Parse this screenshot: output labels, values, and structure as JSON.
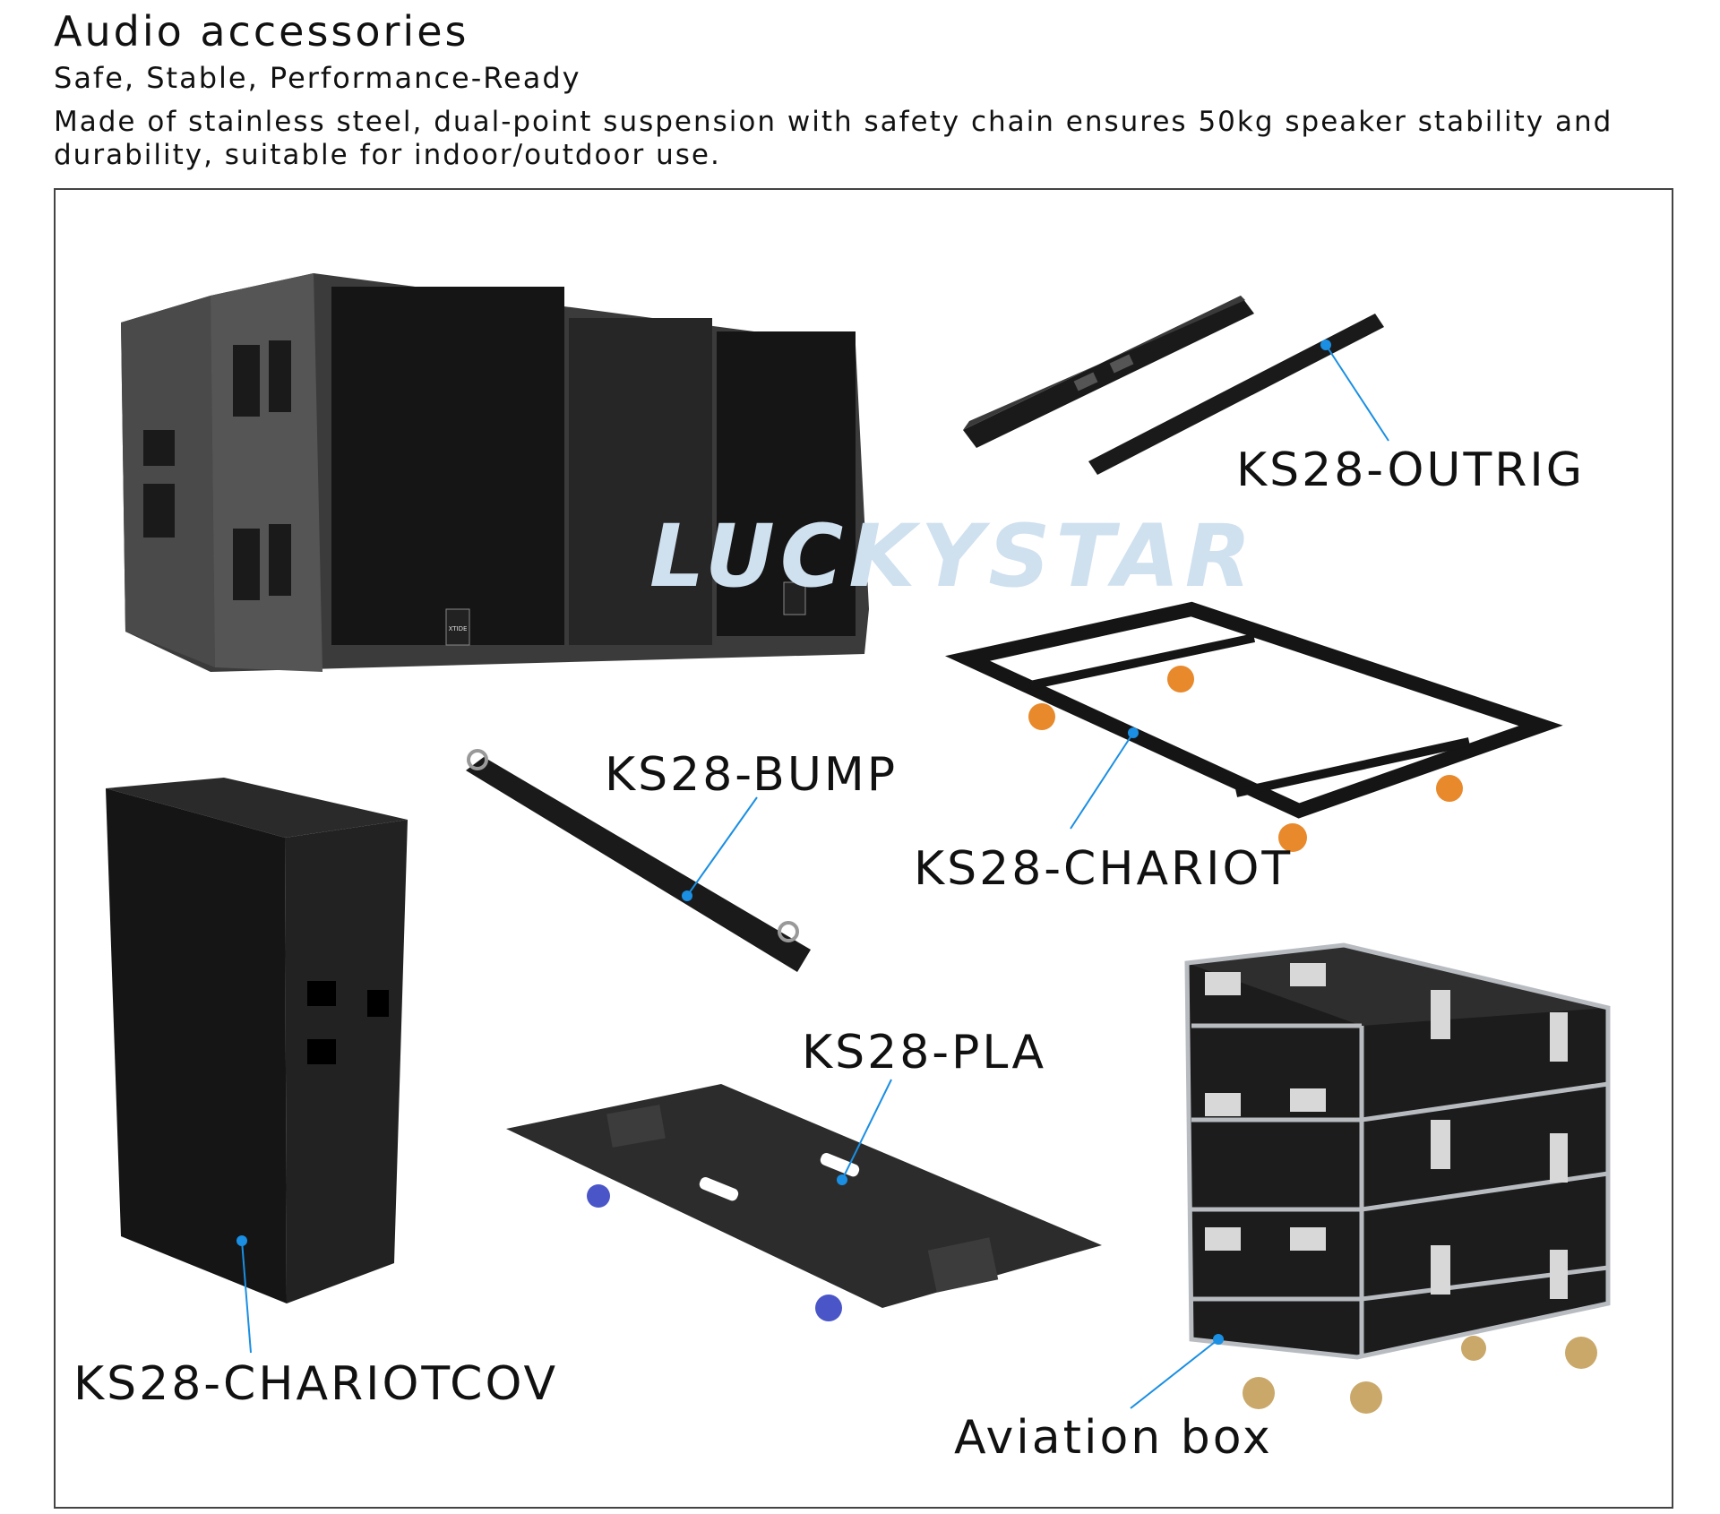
{
  "header": {
    "title": "Audio accessories",
    "subtitle": "Safe, Stable, Performance-Ready",
    "description": "Made of stainless steel, dual-point suspension with safety chain ensures 50kg speaker stability and durability, suitable for indoor/outdoor use."
  },
  "labels": {
    "outrig": "KS28-OUTRIG",
    "bump": "KS28-BUMP",
    "chariot": "KS28-CHARIOT",
    "pla": "KS28-PLA",
    "chariotcov": "KS28-CHARIOTCOV",
    "aviation_box": "Aviation box"
  },
  "speaker_logo": "XTIDE",
  "colors": {
    "pointer": "#1a8fe3",
    "wheel_orange": "#e8892b",
    "wheel_blue": "#4a56c8",
    "chrome": "#b8bcc0"
  }
}
